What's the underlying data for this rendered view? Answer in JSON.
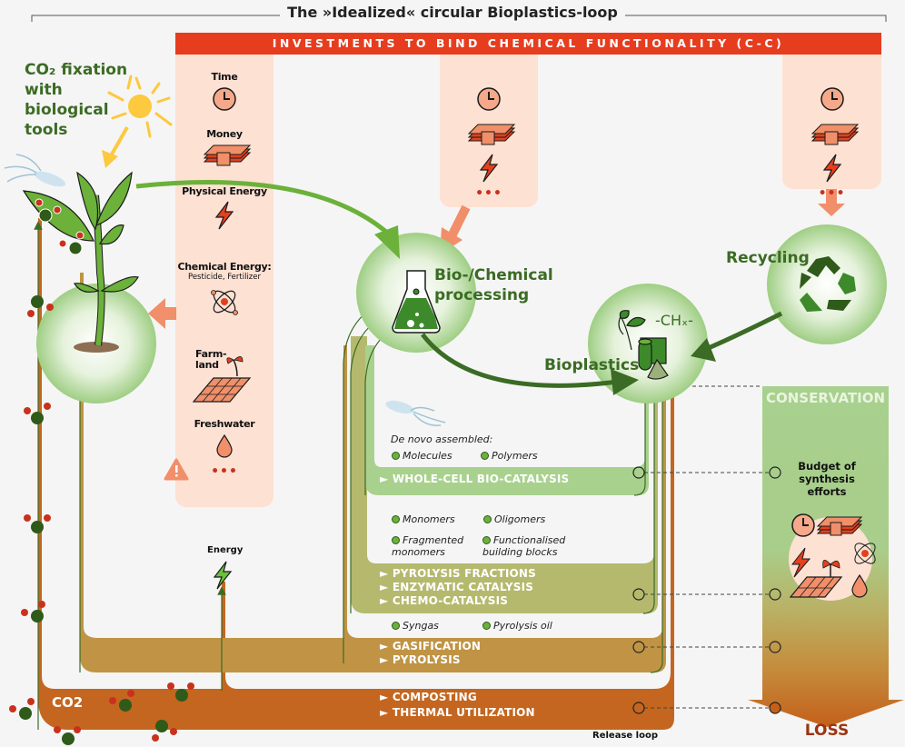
{
  "title": "The »Idealized« circular Bioplastics-loop",
  "banner": "INVESTMENTS TO BIND CHEMICAL FUNCTIONALITY (C-C)",
  "co2_fixation": {
    "line1": "CO₂ fixation",
    "line2": "with",
    "line3": "biological",
    "line4": "tools"
  },
  "investments_column": {
    "items": [
      {
        "label": "Time",
        "icon": "clock-icon"
      },
      {
        "label": "Money",
        "icon": "money-stack-icon"
      },
      {
        "label": "Physical Energy",
        "icon": "lightning-icon"
      },
      {
        "label": "Chemical Energy:",
        "sublabel": "Pesticide, Fertilizer",
        "icon": "atom-icon"
      },
      {
        "label": "Farm-",
        "label2": "land",
        "icon": "farmland-icon"
      },
      {
        "label": "Freshwater",
        "icon": "water-drop-icon"
      }
    ],
    "more": "•••",
    "warning_icon": "warning-icon"
  },
  "middle_column": {
    "icons": [
      "clock-icon",
      "money-stack-icon",
      "lightning-icon"
    ],
    "more": "•••"
  },
  "right_column": {
    "icons": [
      "clock-icon",
      "money-stack-icon",
      "lightning-icon"
    ],
    "more": "•••"
  },
  "nodes": {
    "processing": {
      "line1": "Bio-/Chemical",
      "line2": "processing",
      "icon": "flask-icon"
    },
    "bioplastics": {
      "label": "Bioplastics",
      "formula": "-CHₓ-",
      "icon": "bioplastic-shapes-icon"
    },
    "recycling": {
      "label": "Recycling",
      "icon": "recycle-icon"
    }
  },
  "energy": {
    "label": "Energy",
    "icon": "green-lightning-icon"
  },
  "loops": [
    {
      "id": "whole-cell",
      "intro": "De novo assembled:",
      "products": [
        "Molecules",
        "Polymers"
      ],
      "processes": [
        "WHOLE-CELL BIO-CATALYSIS"
      ],
      "color": "#a9d18e"
    },
    {
      "id": "catalysis",
      "products": [
        "Monomers",
        "Oligomers",
        "Fragmented monomers",
        "Functionalised building blocks"
      ],
      "processes": [
        "PYROLYSIS FRACTIONS",
        "ENZYMATIC CATALYSIS",
        "CHEMO-CATALYSIS"
      ],
      "color": "#b5b96e"
    },
    {
      "id": "gasification",
      "products": [
        "Syngas",
        "Pyrolysis oil"
      ],
      "processes": [
        "GASIFICATION",
        "PYROLYSIS"
      ],
      "color": "#c09444"
    },
    {
      "id": "release",
      "products": [],
      "processes": [
        "COMPOSTING",
        "THERMAL UTILIZATION"
      ],
      "color": "#c4661f",
      "co2_label": "CO2"
    }
  ],
  "release_loop_label": "Release loop",
  "conservation": {
    "top": "CONSERVATION",
    "budget_line1": "Budget of",
    "budget_line2": "synthesis",
    "budget_line3": "efforts",
    "bottom": "LOSS"
  },
  "colors": {
    "banner": "#e63d1f",
    "investment_bg": "#fde1d3",
    "icon_fill": "#f08f6a",
    "icon_red": "#e2401e",
    "green_dark": "#3b6b24",
    "green_light": "#6bb13a"
  }
}
